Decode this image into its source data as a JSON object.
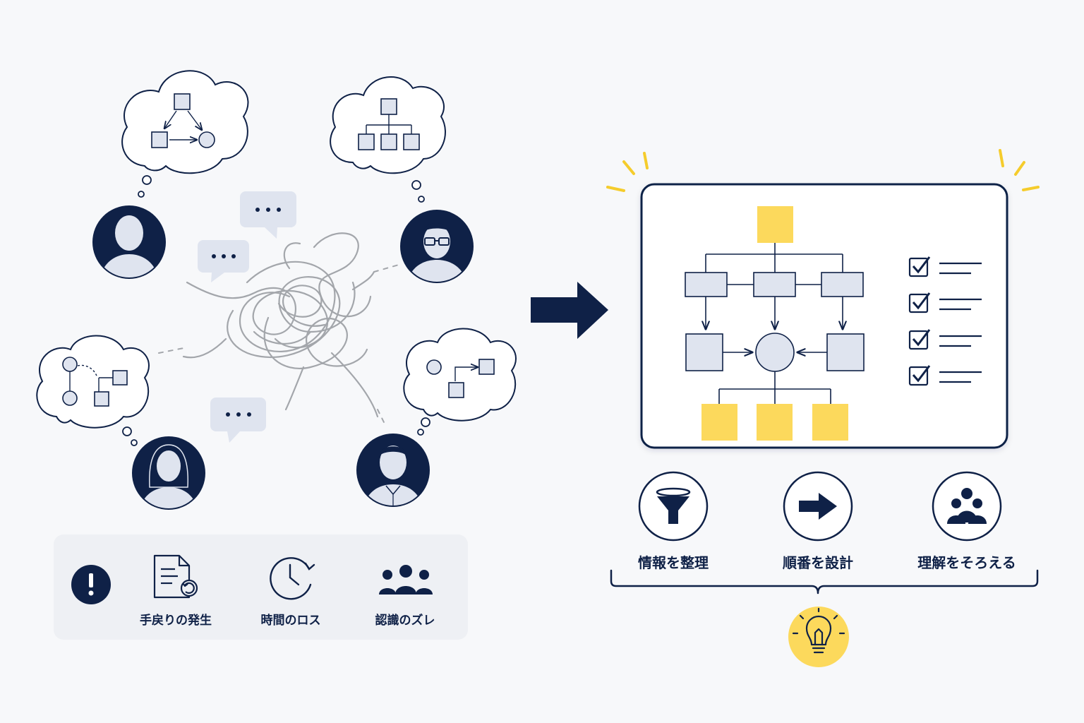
{
  "colors": {
    "navy": "#0f2147",
    "light_blue": "#dfe4ef",
    "yellow": "#fcd95c",
    "gray_tangle": "#a3a6ab",
    "panel_bg": "#eef0f4"
  },
  "problems": [
    {
      "icon": "document-refresh-icon",
      "label": "手戻りの発生"
    },
    {
      "icon": "clock-icon",
      "label": "時間のロス"
    },
    {
      "icon": "people-group-icon",
      "label": "認識のズレ"
    }
  ],
  "solutions": [
    {
      "icon": "funnel-icon",
      "label": "情報を整理"
    },
    {
      "icon": "arrow-right-icon",
      "label": "順番を設計"
    },
    {
      "icon": "people-group-icon",
      "label": "理解をそろえる"
    }
  ]
}
